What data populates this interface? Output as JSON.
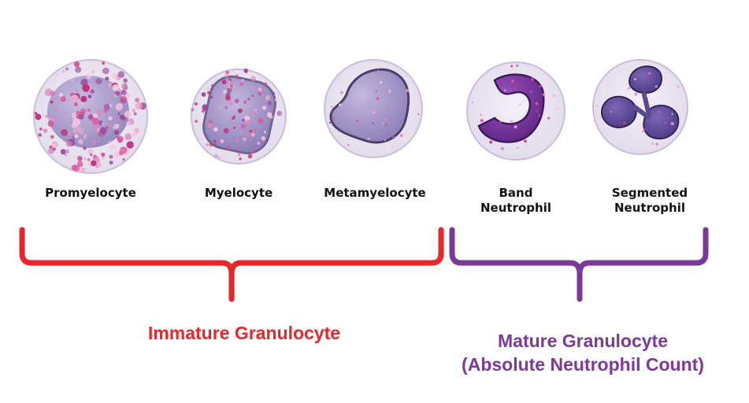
{
  "cells": [
    {
      "name": "Promyelocyte",
      "label_line1": "Promyelocyte",
      "label_line2": ""
    },
    {
      "name": "Myelocyte",
      "label_line1": "Myelocyte",
      "label_line2": ""
    },
    {
      "name": "Metamyelocyte",
      "label_line1": "Metamyelocyte",
      "label_line2": ""
    },
    {
      "name": "Band Neutrophil",
      "label_line1": "Band",
      "label_line2": "Neutrophil"
    },
    {
      "name": "Segmented Neutrophil",
      "label_line1": "Segmented",
      "label_line2": "Neutrophil"
    }
  ],
  "groups": {
    "immature": {
      "title": "Immature Granulocyte",
      "color": "#e8262b"
    },
    "mature": {
      "title_line1": "Mature Granulocyte",
      "title_line2": "(Absolute Neutrophil Count)",
      "color": "#7b3a97"
    }
  },
  "colors": {
    "cytoplasm": "#e7e1ef",
    "cell_border": "#c9bfdc",
    "nucleus_light": "#a89ac8",
    "nucleus_dark": "#6a2e91",
    "granule_pink": "#e0529a",
    "granule_light": "#f0a8cc"
  }
}
